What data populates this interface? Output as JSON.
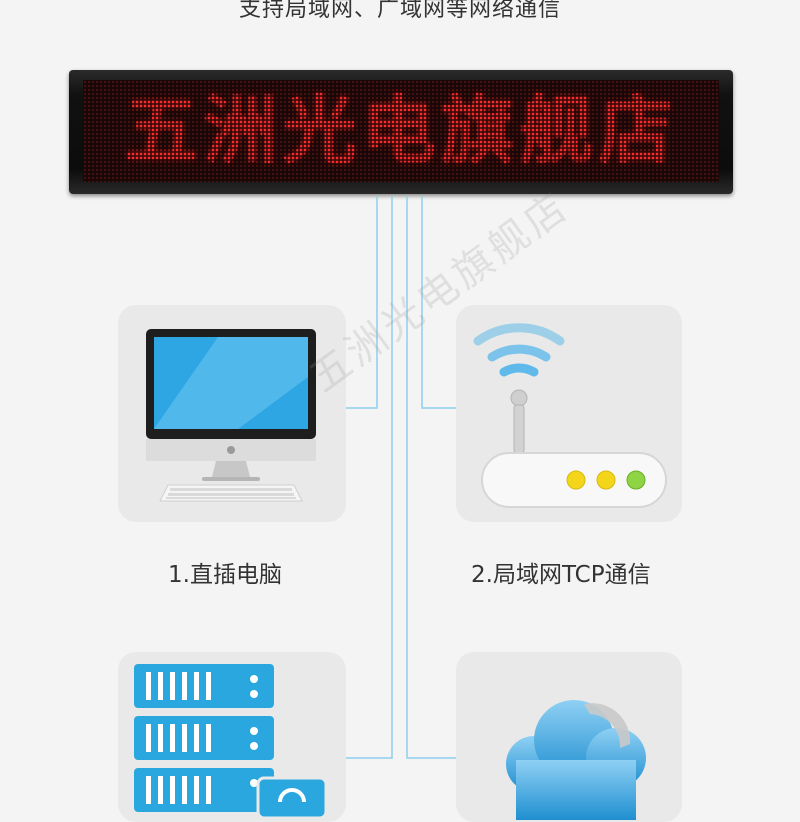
{
  "headline": "支持局域网、广域网等网络通信",
  "led_display": {
    "text": "五洲光电旗舰店",
    "color": "#ff2a2a"
  },
  "options": [
    {
      "label": "1.直插电脑",
      "icon": "desktop-computer-icon"
    },
    {
      "label": "2.局域网TCP通信",
      "icon": "wifi-router-icon"
    },
    {
      "icon": "server-rack-icon"
    },
    {
      "icon": "cloud-icon"
    }
  ],
  "watermark": "五洲光电旗舰店",
  "colors": {
    "background": "#f4f4f4",
    "card": "#e9e9e9",
    "wire": "#8fcfee",
    "accent_blue": "#29a8e0"
  }
}
